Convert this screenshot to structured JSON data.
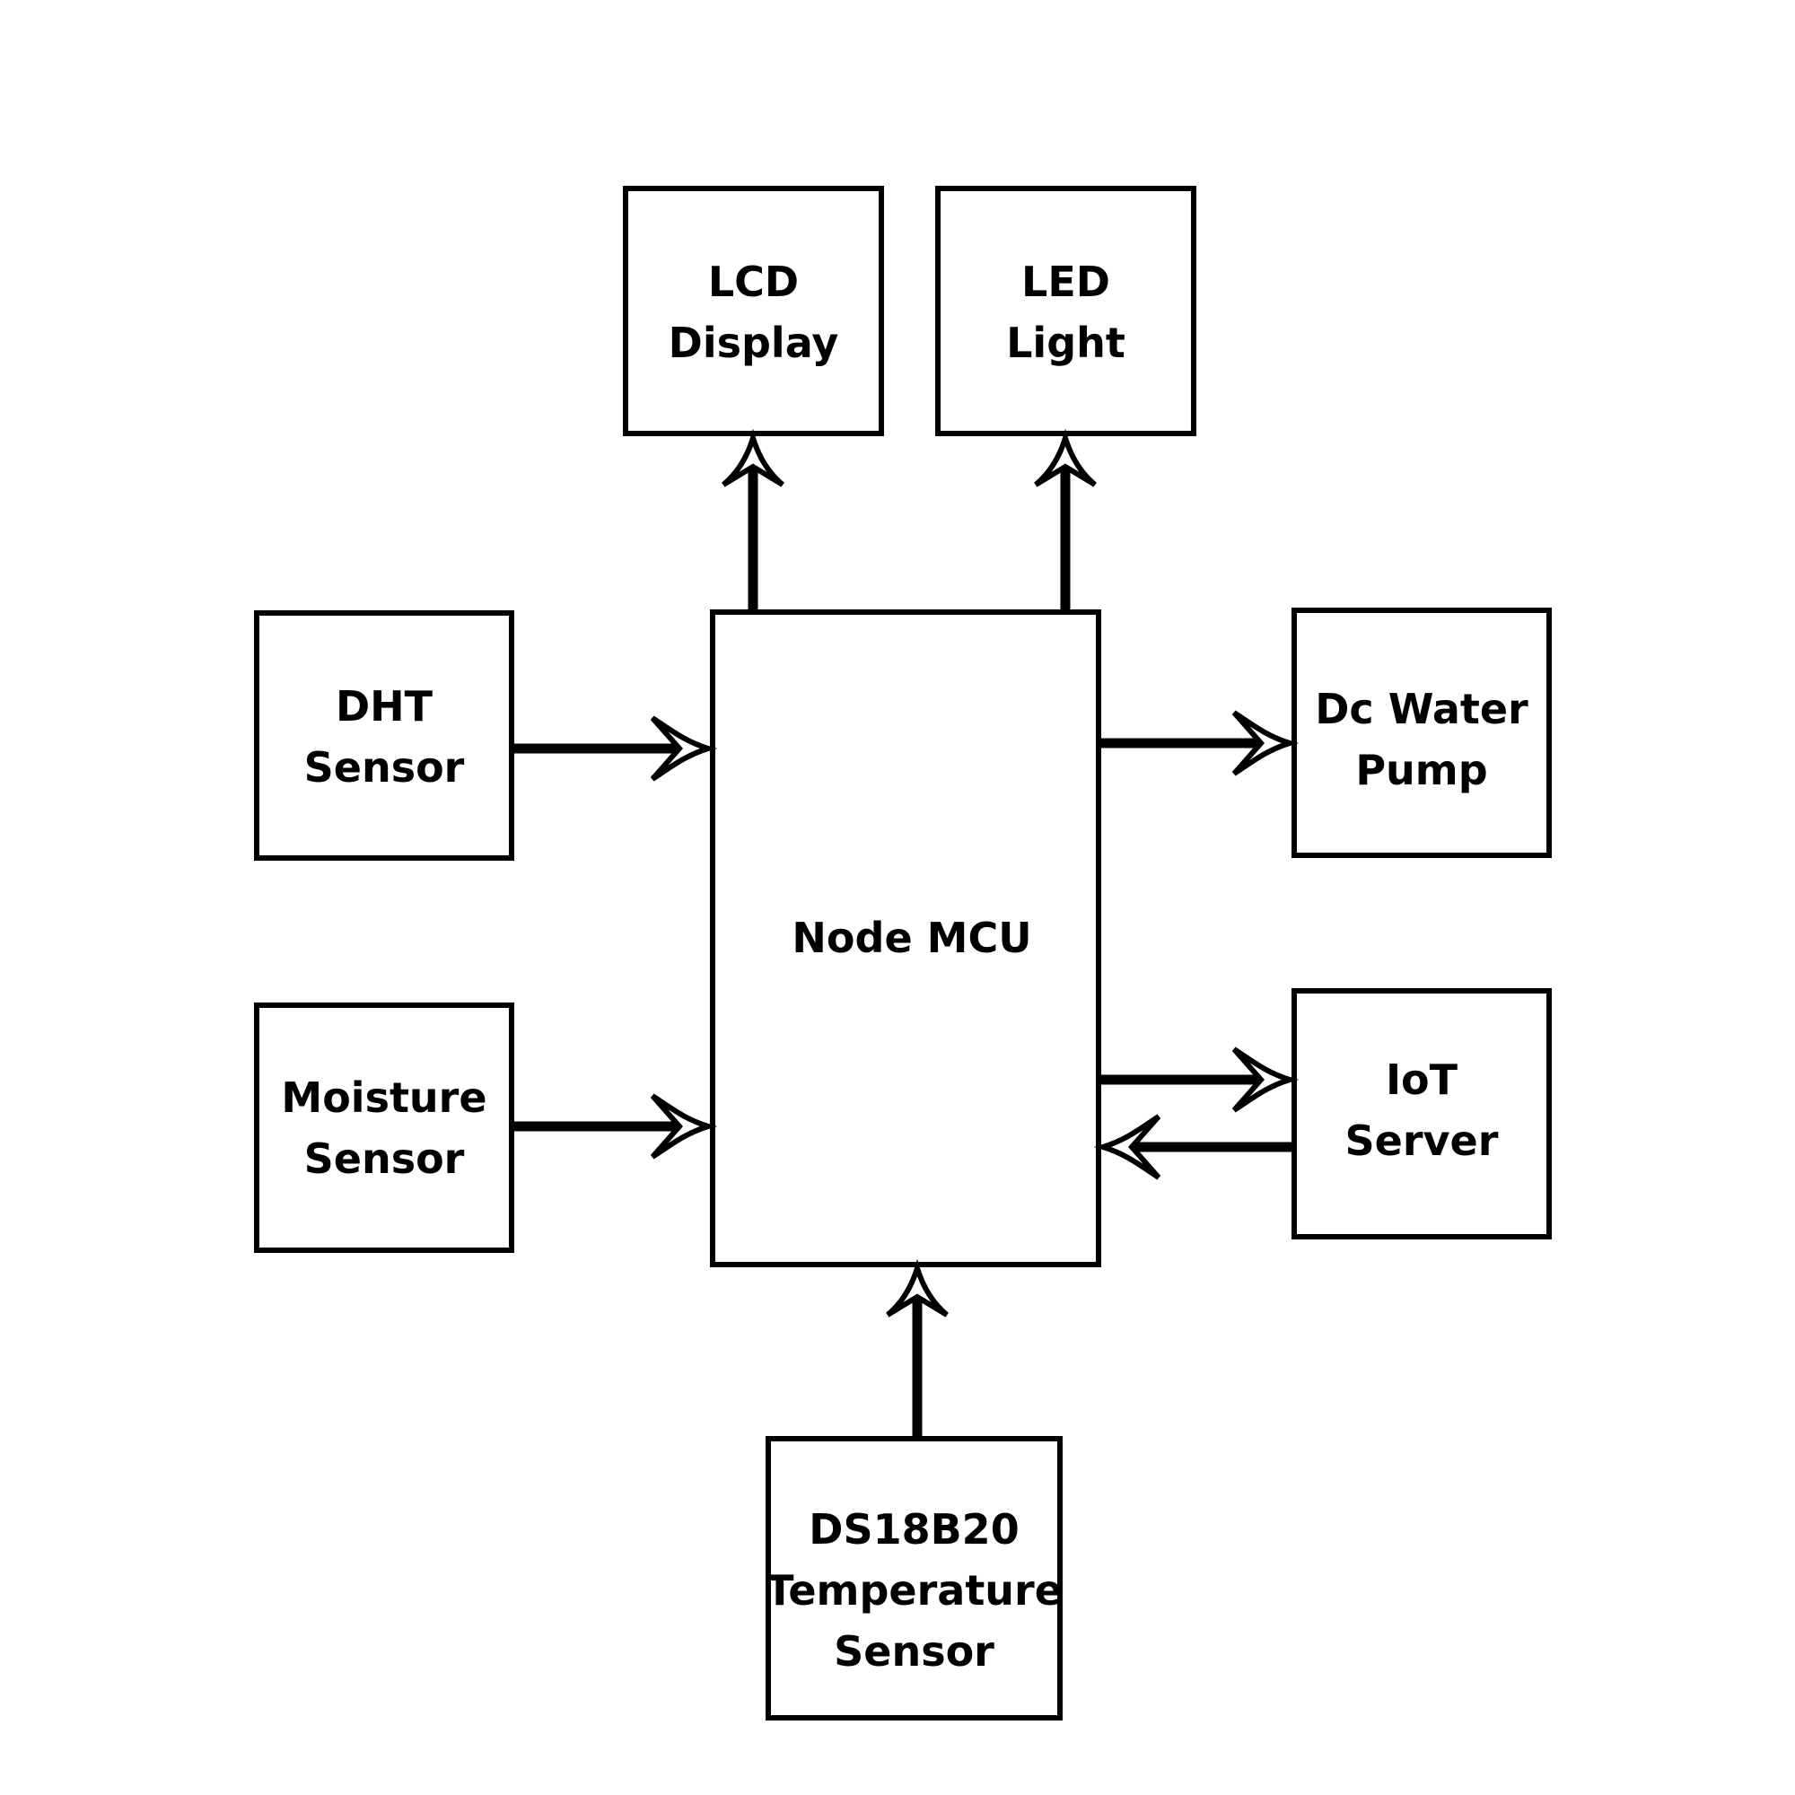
{
  "colors": {
    "background": "#ffffff",
    "stroke": "#000000",
    "text": "#000000"
  },
  "blocks": {
    "lcd": {
      "lines": [
        "LCD",
        "Display"
      ]
    },
    "led": {
      "lines": [
        "LED",
        "Light"
      ]
    },
    "dht": {
      "lines": [
        "DHT",
        "Sensor"
      ]
    },
    "moisture": {
      "lines": [
        "Moisture",
        "Sensor"
      ]
    },
    "mcu": {
      "lines": [
        "Node MCU"
      ]
    },
    "pump": {
      "lines": [
        "Dc Water",
        "Pump"
      ]
    },
    "iot": {
      "lines": [
        "IoT",
        "Server"
      ]
    },
    "ds18b20": {
      "lines": [
        "DS18B20",
        "Temperature",
        "Sensor"
      ]
    }
  },
  "connections": [
    {
      "from": "mcu",
      "to": "lcd"
    },
    {
      "from": "mcu",
      "to": "led"
    },
    {
      "from": "dht",
      "to": "mcu"
    },
    {
      "from": "moisture",
      "to": "mcu"
    },
    {
      "from": "mcu",
      "to": "pump"
    },
    {
      "from": "mcu",
      "to": "iot"
    },
    {
      "from": "iot",
      "to": "mcu"
    },
    {
      "from": "ds18b20",
      "to": "mcu"
    }
  ]
}
